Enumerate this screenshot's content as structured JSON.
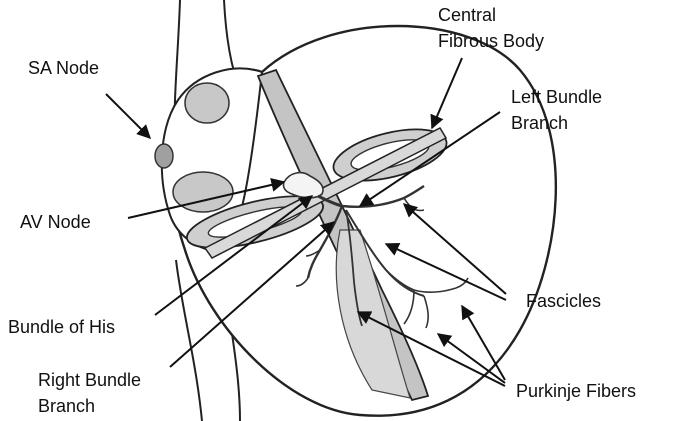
{
  "labels": {
    "sa_node": "SA Node",
    "central_fibrous_body_1": "Central",
    "central_fibrous_body_2": "Fibrous Body",
    "left_bundle_branch_1": "Left Bundle",
    "left_bundle_branch_2": "Branch",
    "av_node": "AV Node",
    "fascicles": "Fascicles",
    "bundle_of_his": "Bundle of His",
    "right_bundle_branch_1": "Right Bundle",
    "right_bundle_branch_2": "Branch",
    "purkinje_fibers": "Purkinje Fibers"
  },
  "colors": {
    "outline": "#222222",
    "shade": "#bdbdbd",
    "light": "#e6e6e6",
    "text": "#111111"
  }
}
